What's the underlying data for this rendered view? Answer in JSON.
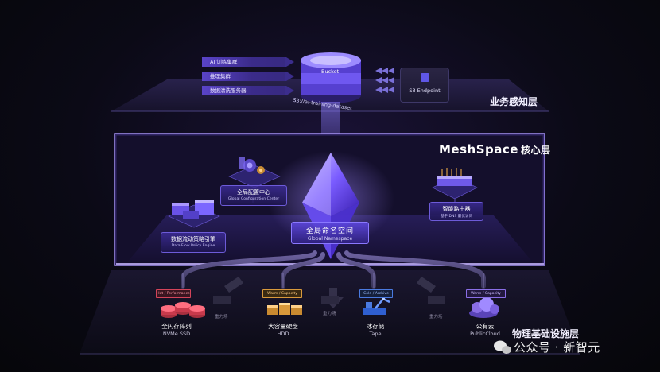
{
  "business_layer": {
    "title": "业务感知层",
    "workloads": [
      "AI 训练集群",
      "推理集群",
      "数据清洗服务器"
    ],
    "bucket_label": "Bucket",
    "bucket_path": "S3://ai-training-dataset",
    "endpoint_label": "S3 Endpoint"
  },
  "core_layer": {
    "title": "MeshSpace",
    "title_suffix": "核心层",
    "config_center": {
      "cn": "全局配置中心",
      "en": "Global Configuration Center"
    },
    "policy_engine": {
      "cn": "数据流动策略引擎",
      "en": "Data Flow Policy Engine"
    },
    "namespace": {
      "cn": "全局命名空间",
      "en": "Global Namespace"
    },
    "router": {
      "cn": "智能路由器",
      "en": "基于 DNS 最优访问"
    }
  },
  "infra_layer": {
    "title": "物理基础设施层",
    "gravity_label": "重力场",
    "storages": [
      {
        "tier": "Hot / Performance",
        "cn": "全闪存阵列",
        "en": "NVMe SSD",
        "color": "#d4445a"
      },
      {
        "tier": "Warm / Capacity",
        "cn": "大容量硬盘",
        "en": "HDD",
        "color": "#d99a3c"
      },
      {
        "tier": "Cold / Archive",
        "cn": "冰存储",
        "en": "Tape",
        "color": "#4a7ae0"
      },
      {
        "tier": "Warm / Capacity",
        "cn": "公有云",
        "en": "PublicCloud",
        "color": "#8a6ee6"
      }
    ]
  },
  "watermark": "公众号 · 新智元"
}
